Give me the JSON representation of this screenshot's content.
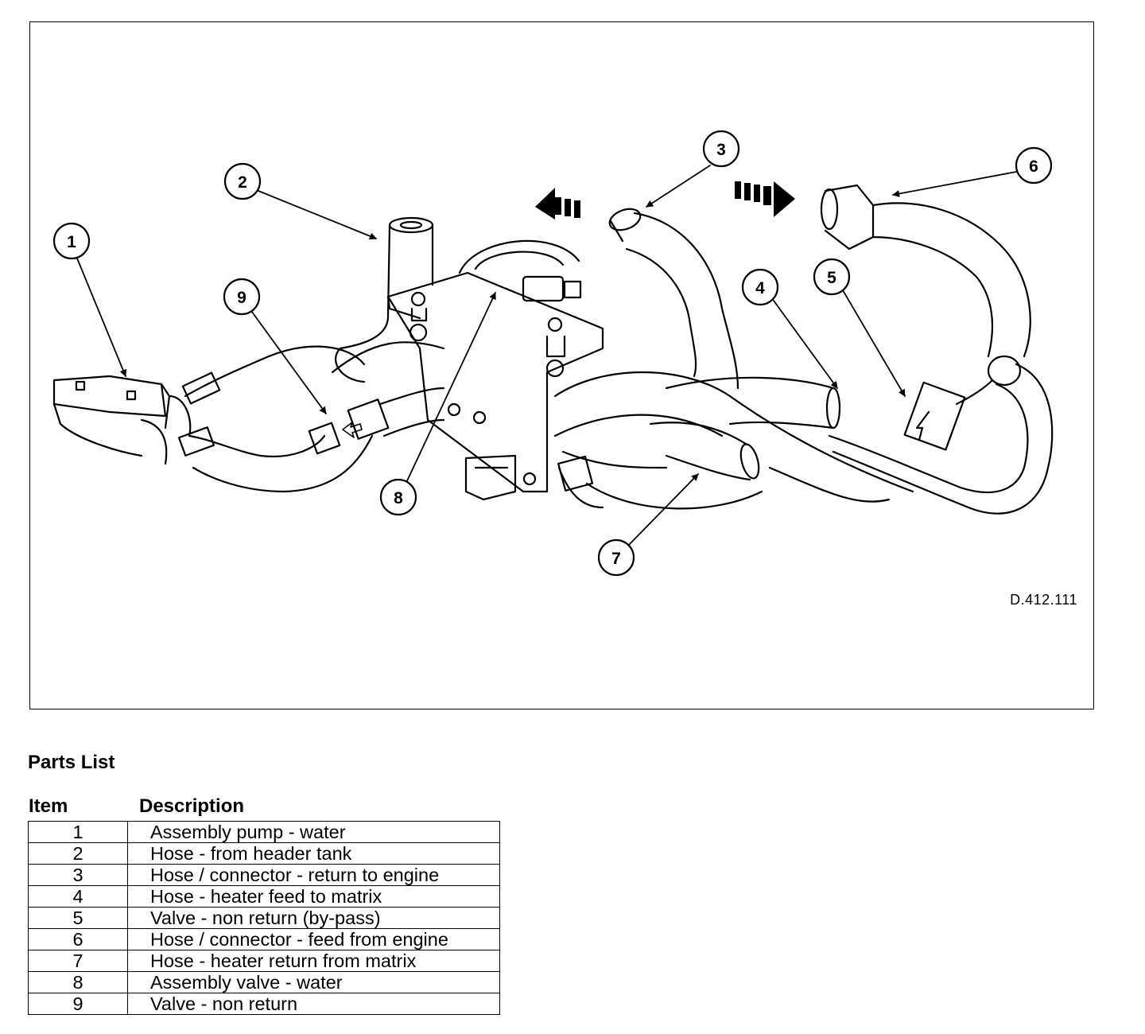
{
  "diagram": {
    "reference": "D.412.111",
    "callouts": [
      "1",
      "2",
      "3",
      "4",
      "5",
      "6",
      "7",
      "8",
      "9"
    ]
  },
  "parts_list": {
    "title": "Parts List",
    "headers": {
      "item": "Item",
      "description": "Description"
    },
    "rows": [
      {
        "item": "1",
        "description": "Assembly pump - water"
      },
      {
        "item": "2",
        "description": "Hose - from header tank"
      },
      {
        "item": "3",
        "description": "Hose / connector - return to engine"
      },
      {
        "item": "4",
        "description": "Hose - heater feed to matrix"
      },
      {
        "item": "5",
        "description": "Valve - non return (by-pass)"
      },
      {
        "item": "6",
        "description": "Hose / connector - feed from engine"
      },
      {
        "item": "7",
        "description": "Hose - heater return from matrix"
      },
      {
        "item": "8",
        "description": "Assembly valve - water"
      },
      {
        "item": "9",
        "description": "Valve - non return"
      }
    ]
  },
  "colors": {
    "ink": "#000000",
    "paper": "#ffffff"
  }
}
